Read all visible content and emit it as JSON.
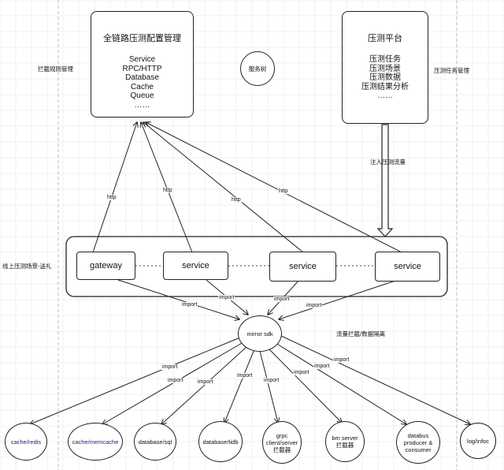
{
  "top_left_box": {
    "title": "全链路压测配置管理",
    "items": [
      "Service",
      "RPC/HTTP",
      "Database",
      "Cache",
      "Queue",
      "……"
    ]
  },
  "top_right_box": {
    "title": "压测平台",
    "items": [
      "压测任务",
      "压测场景",
      "压测数据",
      "压测结果分析",
      "……"
    ]
  },
  "service_tree": "服务树",
  "labels": {
    "intercept_rules": "拦截规则管理",
    "task_management": "压测任务管理",
    "inject_traffic": "注入压测流量",
    "online_scene": "线上压测场景-送礼",
    "traffic_isolation": "流量拦截/数据隔离"
  },
  "services": {
    "gateway": "gateway",
    "service1": "service",
    "service2": "service",
    "service3": "service"
  },
  "edge_labels": {
    "http": "http",
    "import": "import"
  },
  "mirror_sdk": "mirror sdk",
  "plugins": {
    "redis": "cache/redis",
    "memcache": "cache/memcache",
    "sql": "database/sql",
    "tidb": "database/tidb",
    "grpc": "grpc client/server 拦截器",
    "bm": "bm server 拦截器",
    "databus": "databus producer & consumer",
    "log": "log/infoc"
  },
  "colors": {
    "line": "#222222",
    "grid": "#e6e6e6",
    "dash": "#bbbbbb",
    "plugin_blue": "#1a237e"
  }
}
